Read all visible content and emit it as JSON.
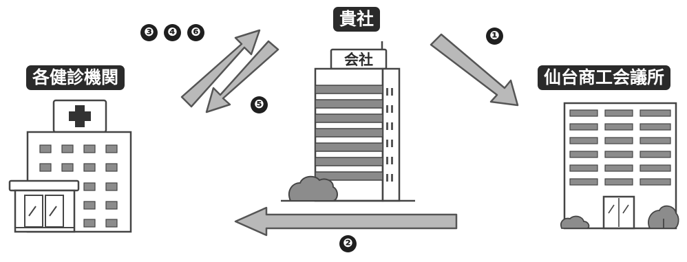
{
  "entities": {
    "company": "貴社",
    "clinics": "各健診機関",
    "chamber": "仙台商工会議所"
  },
  "building_signs": {
    "company_sign": "会社"
  },
  "steps": {
    "step1": "❶",
    "step2": "❷",
    "step3": "❸",
    "step4": "❹",
    "step5": "❺",
    "step6": "❻"
  },
  "icons": {
    "clinic_symbol": "medical-cross-icon"
  },
  "colors": {
    "label_bg": "#2a2a2a",
    "arrow_fill": "#b9b9b9",
    "arrow_stroke": "#555555",
    "building_stroke": "#444444",
    "window_fill": "#8c8c8c",
    "stripe_fill": "#8a8a8a"
  }
}
